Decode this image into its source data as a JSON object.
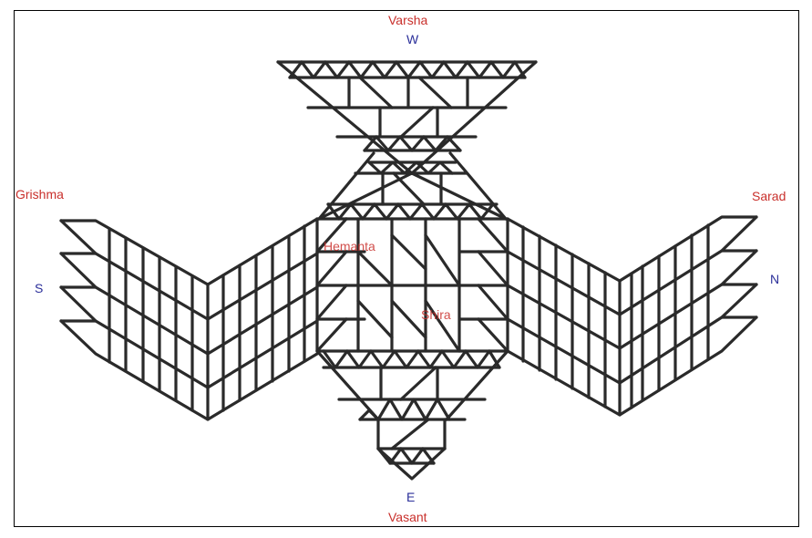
{
  "diagram": {
    "title": "",
    "colors": {
      "season_label": "#c9302c",
      "direction_label": "#2b2f9a",
      "lines": "#2a2a2a",
      "frame": "#000000"
    },
    "labels": {
      "top": {
        "season": "Varsha",
        "direction": "W"
      },
      "bottom": {
        "direction": "E",
        "season": "Vasant"
      },
      "left": {
        "season": "Grishma",
        "direction": "S"
      },
      "right": {
        "season": "Sarad",
        "direction": "N"
      },
      "center_upper": "Hemanta",
      "center_lower": "Shira"
    }
  }
}
